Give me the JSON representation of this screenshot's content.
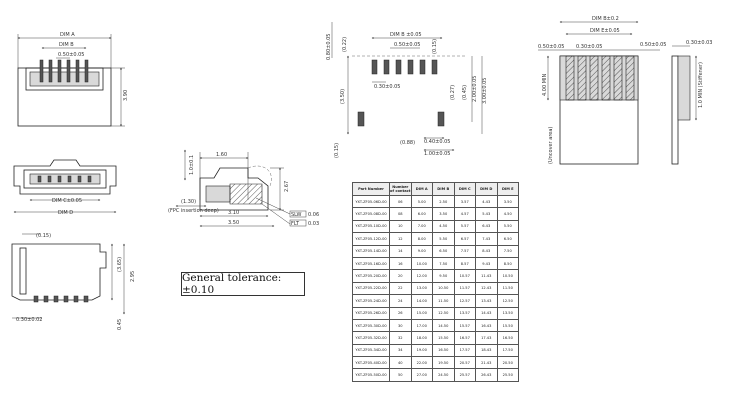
{
  "tolerance_note": "General tolerance:±0.10",
  "labels": {
    "top_dim_a": "DIM A",
    "top_dim_b": "DIM B",
    "top_pitch": "0.50±0.05",
    "top_height": "3.90",
    "front_dim_c": "DIM C±0.05",
    "front_dim_d": "DIM D",
    "bottom_015": "(0.15)",
    "bottom_030": "0.30±0.02",
    "bottom_295": "2.95",
    "bottom_365": "(3.65)",
    "bottom_045": "0.45",
    "side_160": "1.60",
    "side_10": "1.0±0.1",
    "side_267": "2.67",
    "side_130": "(1.30)",
    "side_fpc": "(FPC insertion deep)",
    "side_310": "3.10",
    "side_350": "3.50",
    "side_legend_slw": "SLW",
    "side_legend_slw_v": "0.06",
    "side_legend_flt": "FLT",
    "side_legend_flt_v": "0.03",
    "pcb_080": "0.80±0.05",
    "pcb_022": "(0.22)",
    "pcb_dim_b": "DIM B ±0.05",
    "pcb_pitch": "0.50±0.05",
    "pcb_015": "(0.15)",
    "pcb_030": "0.30±0.05",
    "pcb_350": "(3.50)",
    "pcb_027": "(0.27)",
    "pcb_045": "(0.45)",
    "pcb_200": "2.00±0.05",
    "pcb_300": "3.00±0.05",
    "pcb_040": "0.40±0.05",
    "pcb_100": "1.00±0.05",
    "pcb_015b": "(0.15)",
    "pcb_088": "(0.88)",
    "fpc_dim_b_top": "DIM B±0.2",
    "fpc_dim_e": "DIM E±0.05",
    "fpc_050a": "0.50±0.05",
    "fpc_030": "0.30±0.05",
    "fpc_050b": "0.50±0.05",
    "fpc_400": "4.00 MIN",
    "fpc_uncover": "(Uncover area)",
    "fpc_thick": "0.30±0.03",
    "fpc_stiff": "1.0 MIN (Stiffener)"
  },
  "table": {
    "headers": [
      "Part Number",
      "Number of contact",
      "DIM A",
      "DIM B",
      "DIM C",
      "DIM D",
      "DIM E"
    ],
    "rows": [
      [
        "YXT-ZF05-06D-00",
        "06",
        "5.00",
        "2.50",
        "3.57",
        "4.43",
        "3.50"
      ],
      [
        "YXT-ZF05-08D-00",
        "08",
        "6.00",
        "3.50",
        "4.57",
        "5.43",
        "4.50"
      ],
      [
        "YXT-ZF05-10D-00",
        "10",
        "7.00",
        "4.50",
        "5.57",
        "6.43",
        "5.50"
      ],
      [
        "YXT-ZF05-12D-00",
        "12",
        "8.00",
        "5.50",
        "6.57",
        "7.43",
        "6.50"
      ],
      [
        "YXT-ZF05-14D-00",
        "14",
        "9.00",
        "6.50",
        "7.57",
        "8.43",
        "7.50"
      ],
      [
        "YXT-ZF05-16D-00",
        "16",
        "10.00",
        "7.50",
        "8.57",
        "9.43",
        "8.50"
      ],
      [
        "YXT-ZF05-20D-00",
        "20",
        "12.00",
        "9.50",
        "10.57",
        "11.43",
        "10.50"
      ],
      [
        "YXT-ZF05-22D-00",
        "22",
        "13.00",
        "10.50",
        "11.57",
        "12.43",
        "11.50"
      ],
      [
        "YXT-ZF05-24D-00",
        "24",
        "14.00",
        "11.50",
        "12.57",
        "13.43",
        "12.50"
      ],
      [
        "YXT-ZF05-26D-00",
        "26",
        "15.00",
        "12.50",
        "13.57",
        "14.43",
        "13.50"
      ],
      [
        "YXT-ZF05-30D-00",
        "30",
        "17.00",
        "14.50",
        "15.57",
        "16.43",
        "15.50"
      ],
      [
        "YXT-ZF05-32D-00",
        "32",
        "18.00",
        "15.50",
        "16.57",
        "17.43",
        "16.50"
      ],
      [
        "YXT-ZF05-34D-00",
        "34",
        "19.00",
        "16.50",
        "17.57",
        "18.43",
        "17.50"
      ],
      [
        "YXT-ZF05-40D-00",
        "40",
        "22.00",
        "19.50",
        "20.57",
        "21.43",
        "20.50"
      ],
      [
        "YXT-ZF05-50D-00",
        "50",
        "27.00",
        "24.50",
        "25.57",
        "26.43",
        "25.50"
      ]
    ]
  }
}
